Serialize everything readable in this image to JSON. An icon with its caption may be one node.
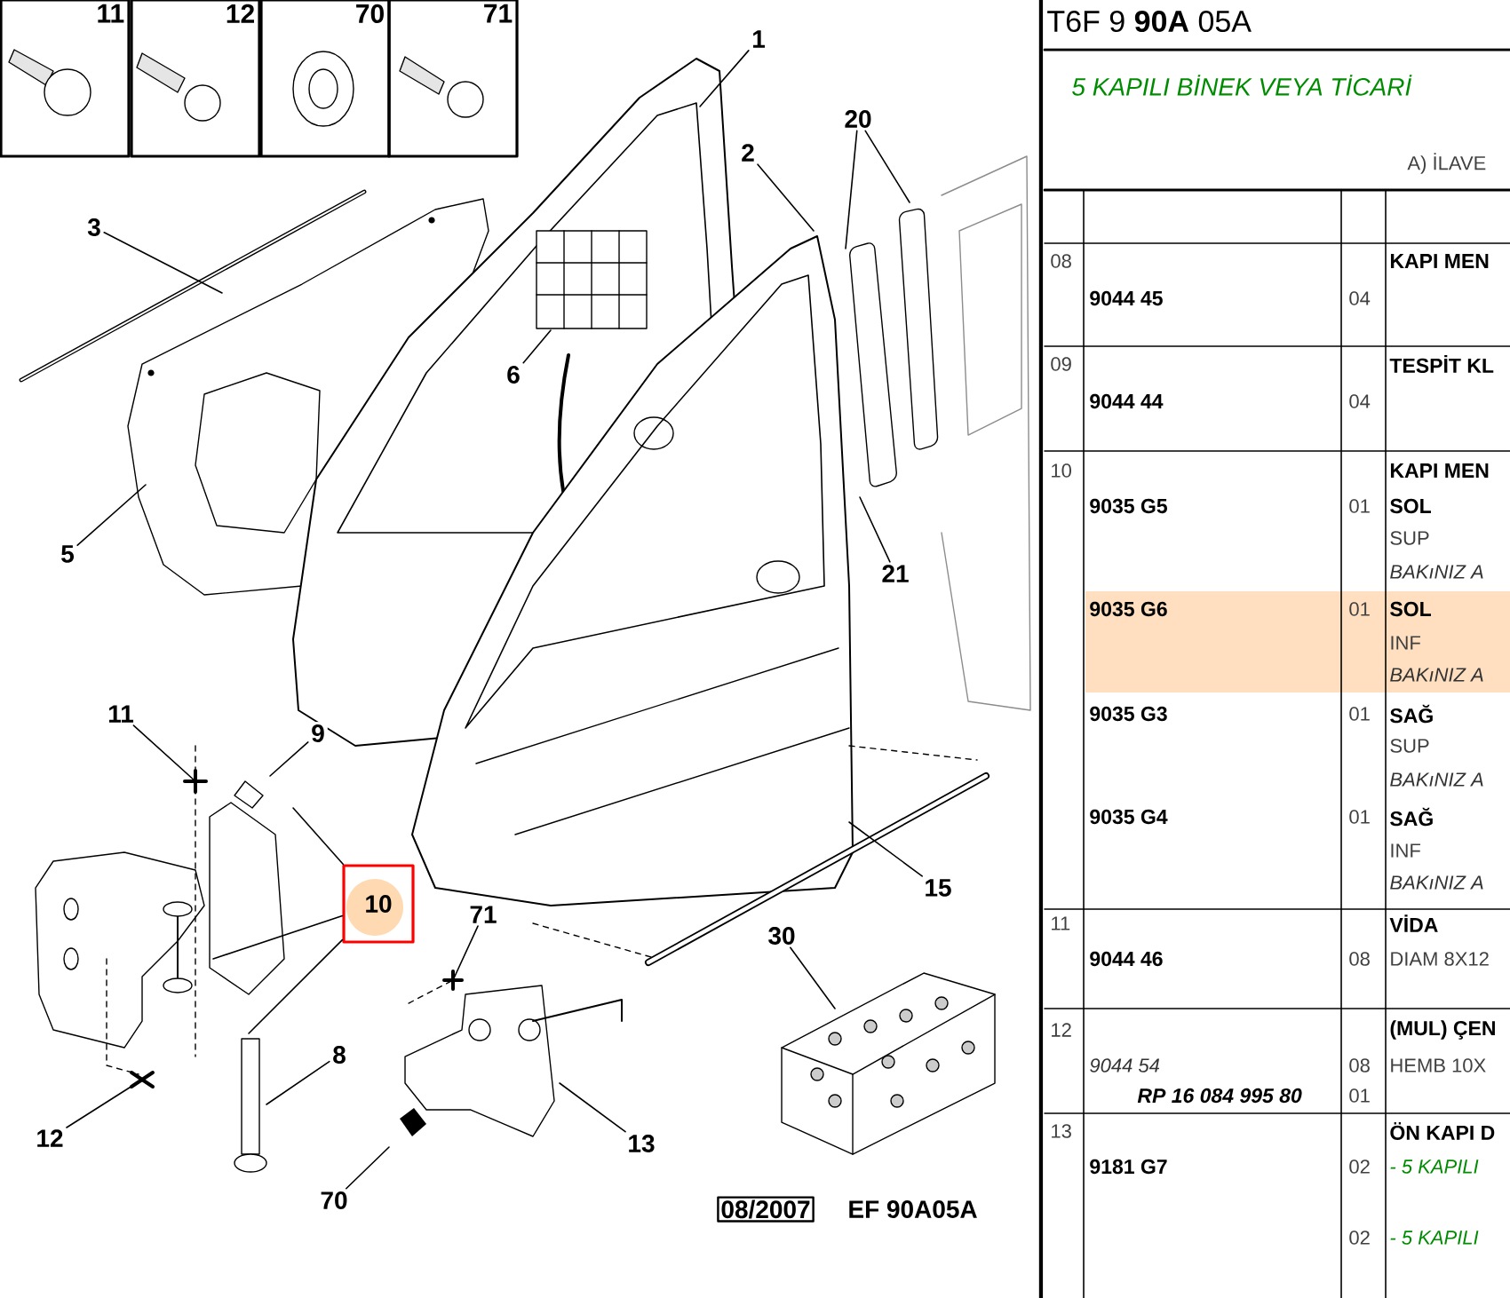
{
  "diagram": {
    "nodes": [
      {
        "text": [
          "11"
        ]
      },
      {
        "text": [
          "12"
        ]
      },
      {
        "text": [
          "70"
        ]
      },
      {
        "text": [
          "71"
        ]
      },
      {
        "text": [
          "1"
        ]
      },
      {
        "text": [
          "2"
        ]
      },
      {
        "text": [
          "20"
        ]
      },
      {
        "text": [
          "3"
        ]
      },
      {
        "text": [
          "6"
        ]
      },
      {
        "text": [
          "5"
        ]
      },
      {
        "text": [
          "21"
        ]
      },
      {
        "text": [
          "11"
        ]
      },
      {
        "text": [
          "9"
        ]
      },
      {
        "text": [
          "10"
        ]
      },
      {
        "text": [
          "71"
        ]
      },
      {
        "text": [
          "15"
        ]
      },
      {
        "text": [
          "30"
        ]
      },
      {
        "text": [
          "12"
        ]
      },
      {
        "text": [
          "8"
        ]
      },
      {
        "text": [
          "13"
        ]
      },
      {
        "text": [
          "70"
        ]
      },
      {
        "text": [
          "08/2007"
        ]
      }
    ],
    "edges": [
      {
        "from": 4,
        "to": null,
        "arrow": "none"
      },
      {
        "from": 5,
        "to": null,
        "arrow": "none"
      },
      {
        "from": 6,
        "to": null,
        "arrow": "none"
      },
      {
        "from": 6,
        "to": null,
        "arrow": "none"
      },
      {
        "from": 7,
        "to": null,
        "arrow": "none"
      },
      {
        "from": 8,
        "to": null,
        "arrow": "none"
      },
      {
        "from": 9,
        "to": null,
        "arrow": "none"
      },
      {
        "from": 10,
        "to": null,
        "arrow": "none"
      },
      {
        "from": 11,
        "to": null,
        "arrow": "none"
      },
      {
        "from": 12,
        "to": null,
        "arrow": "none"
      },
      {
        "from": 13,
        "to": null,
        "arrow": "none"
      },
      {
        "from": 13,
        "to": null,
        "arrow": "none"
      },
      {
        "from": 13,
        "to": null,
        "arrow": "none"
      },
      {
        "from": 14,
        "to": null,
        "arrow": "none"
      },
      {
        "from": 15,
        "to": null,
        "arrow": "none"
      },
      {
        "from": 16,
        "to": null,
        "arrow": "none"
      },
      {
        "from": 17,
        "to": null,
        "arrow": "none"
      },
      {
        "from": 18,
        "to": null,
        "arrow": "none"
      },
      {
        "from": 19,
        "to": null,
        "arrow": "none"
      },
      {
        "from": 20,
        "to": null,
        "arrow": "none"
      }
    ],
    "labels": [
      "T6F 9 **90A** 05A",
      "5 KAPILI BİNEK VEYA TİCARİ",
      "A) İLAVE",
      "08",
      "9044 45",
      "04",
      "KAPI MEN",
      "09",
      "9044 44",
      "04",
      "TESPİT KL",
      "10",
      "9035 G5",
      "01",
      "KAPI MEN",
      "SOL",
      "SUP",
      "BAKıNIZ A",
      "9035 G6",
      "01",
      "SOL",
      "INF",
      "BAKıNIZ A",
      "9035 G3",
      "01",
      "SAĞ",
      "SUP",
      "BAKıNIZ A",
      "9035 G4",
      "01",
      "SAĞ",
      "INF",
      "BAKıNIZ A",
      "11",
      "9044 46",
      "08",
      "VİDA",
      "DIAM 8X12",
      "12",
      "9044 54",
      "08",
      "(MUL) ÇEN",
      "HEMB 10X",
      "RP 16 084 995 80",
      "01",
      "13",
      "9181 G7",
      "02",
      "ÖN KAPI D",
      "- 5 KAPILI",
      "02",
      "- 5 KAPILI",
      "EF 90A05A"
    ]
  }
}
